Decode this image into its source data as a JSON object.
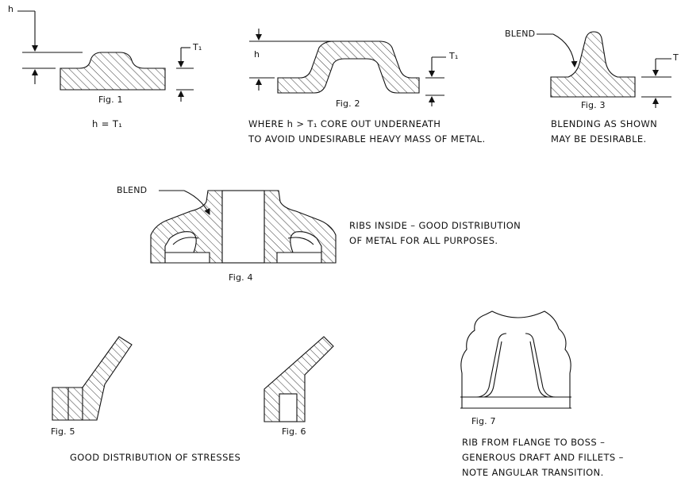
{
  "fig1": {
    "caption": "Fig. 1",
    "label_h": "h",
    "label_t": "T₁",
    "formula": "h = T₁"
  },
  "fig2": {
    "caption": "Fig. 2",
    "label_h": "h",
    "label_t": "T₁",
    "note": [
      "WHERE h > T₁ CORE OUT UNDERNEATH",
      "TO AVOID UNDESIRABLE HEAVY MASS OF METAL."
    ]
  },
  "fig3": {
    "caption": "Fig. 3",
    "label_blend": "BLEND",
    "label_t": "T",
    "note": [
      "BLENDING AS SHOWN",
      "MAY BE DESIRABLE."
    ]
  },
  "fig4": {
    "caption": "Fig. 4",
    "label_blend": "BLEND",
    "note": [
      "RIBS INSIDE – GOOD DISTRIBUTION",
      "OF METAL FOR ALL PURPOSES."
    ]
  },
  "fig5": {
    "caption": "Fig. 5"
  },
  "fig6": {
    "caption": "Fig. 6"
  },
  "fig56_note": "GOOD DISTRIBUTION OF STRESSES",
  "fig7": {
    "caption": "Fig. 7",
    "note": [
      "RIB FROM FLANGE TO BOSS –",
      "GENEROUS DRAFT AND FILLETS –",
      "NOTE ANGULAR TRANSITION."
    ]
  }
}
